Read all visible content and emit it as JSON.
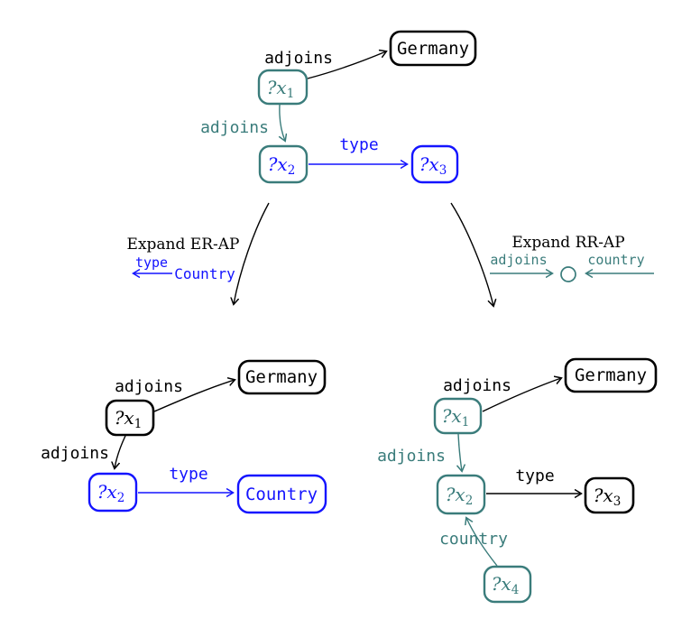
{
  "colors": {
    "black": "#000000",
    "teal": "#3a7c7b",
    "blue": "#1414ff"
  },
  "top_graph": {
    "nodes": {
      "x1": {
        "prefix": "?x",
        "sub": "1"
      },
      "x2": {
        "prefix": "?x",
        "sub": "2"
      },
      "x3": {
        "prefix": "?x",
        "sub": "3"
      },
      "germany": {
        "label": "Germany"
      }
    },
    "edges": {
      "x1_germany": {
        "label": "adjoins"
      },
      "x1_x2": {
        "label": "adjoins"
      },
      "x2_x3": {
        "label": "type"
      }
    }
  },
  "expand_left": {
    "title": "Expand ER-AP",
    "edge_label": "type",
    "object_label": "Country"
  },
  "expand_right": {
    "title": "Expand RR-AP",
    "in_edge_label": "adjoins",
    "out_edge_label": "country"
  },
  "bottom_left_graph": {
    "nodes": {
      "x1": {
        "prefix": "?x",
        "sub": "1"
      },
      "x2": {
        "prefix": "?x",
        "sub": "2"
      },
      "germany": {
        "label": "Germany"
      },
      "country": {
        "label": "Country"
      }
    },
    "edges": {
      "x1_germany": {
        "label": "adjoins"
      },
      "x1_x2": {
        "label": "adjoins"
      },
      "x2_country": {
        "label": "type"
      }
    }
  },
  "bottom_right_graph": {
    "nodes": {
      "x1": {
        "prefix": "?x",
        "sub": "1"
      },
      "x2": {
        "prefix": "?x",
        "sub": "2"
      },
      "x3": {
        "prefix": "?x",
        "sub": "3"
      },
      "x4": {
        "prefix": "?x",
        "sub": "4"
      },
      "germany": {
        "label": "Germany"
      }
    },
    "edges": {
      "x1_germany": {
        "label": "adjoins"
      },
      "x1_x2": {
        "label": "adjoins"
      },
      "x2_x3": {
        "label": "type"
      },
      "x4_x2": {
        "label": "country"
      }
    }
  }
}
